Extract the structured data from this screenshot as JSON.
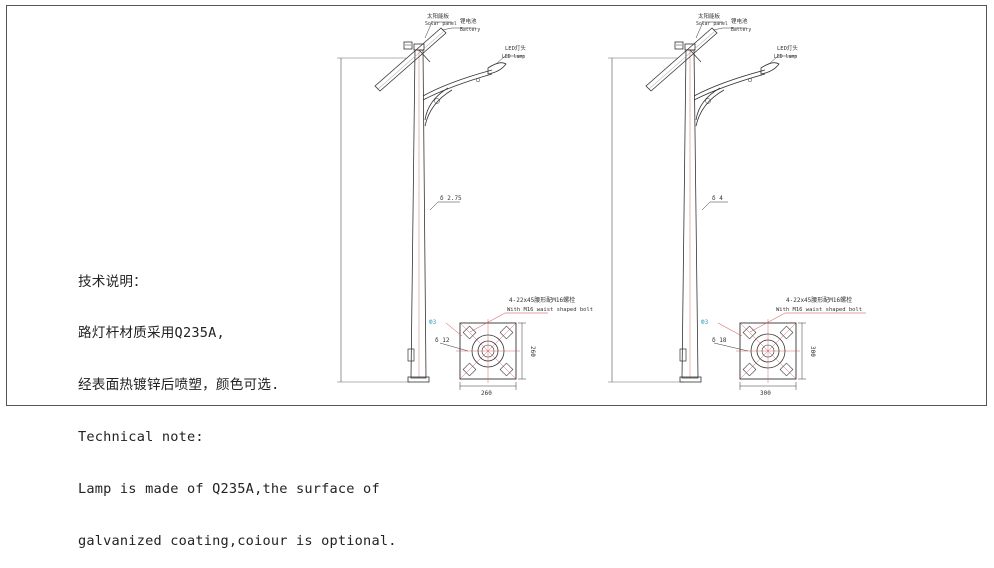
{
  "note": {
    "lines": [
      "技术说明：",
      "路灯杆材质采用Q235A,",
      "经表面热镀锌后喷塑，颜色可选.",
      "Technical note:",
      "Lamp is made of Q235A,the surface of",
      "galvanized coating,coiour is optional."
    ]
  },
  "left_drawing": {
    "solar_panel_cn": "太阳能板",
    "solar_panel_en": "Solar panel",
    "battery_cn": "锂电池",
    "battery_en": "Battery",
    "led_cn": "LED灯头",
    "led_en": "LED lamp",
    "pole_thickness": "δ 2.75",
    "bolt_cn": "4-22x45腰形配M16螺栓",
    "bolt_en": "With M16 waist shaped bolt",
    "plate_thickness": "δ 12",
    "base_width": "260",
    "base_height": "260",
    "small_label": "Ф3"
  },
  "right_drawing": {
    "solar_panel_cn": "太阳能板",
    "solar_panel_en": "Solar panel",
    "battery_cn": "锂电池",
    "battery_en": "Battery",
    "led_cn": "LED灯头",
    "led_en": "LED lamp",
    "pole_thickness": "δ 4",
    "bolt_cn": "4-22x45腰形配M16螺栓",
    "bolt_en": "With M16 waist shaped bolt",
    "plate_thickness": "δ 18",
    "base_width": "300",
    "base_height": "300",
    "small_label": "Ф3"
  }
}
